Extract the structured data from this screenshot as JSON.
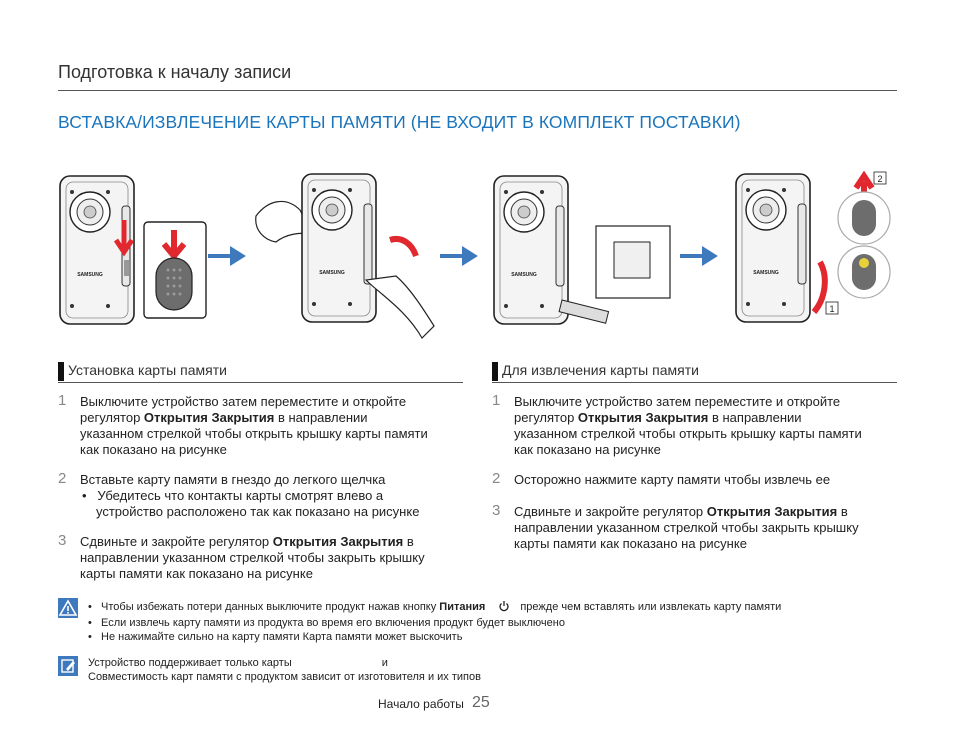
{
  "header": {
    "section": "Подготовка к началу записи"
  },
  "title": "ВСТАВКА/ИЗВЛЕЧЕНИЕ КАРТЫ ПАМЯТИ (НЕ ВХОДИТ В КОМПЛЕКТ ПОСТАВКИ)",
  "figure": {
    "brand": "SAMSUNG",
    "step_badges": [
      "2",
      "1"
    ]
  },
  "insert": {
    "heading": "Установка карты памяти",
    "steps": [
      {
        "n": "1",
        "l1": "Выключите устройство  затем переместите и откройте",
        "l2a": "регулятор ",
        "l2b": "Открытия Закрытия",
        "l2c": " в направлении",
        "l3": "указанном стрелкой  чтобы открыть крышку карты памяти",
        "l4": "как показано на рисунке"
      },
      {
        "n": "2",
        "l1": "Вставьте карту памяти в гнездо до легкого щелчка",
        "b1": "Убедитесь  что контакты карты смотрят влево  а",
        "b2": "устройство расположено так  как показано на рисунке"
      },
      {
        "n": "3",
        "l1a": "Сдвиньте и закройте регулятор ",
        "l1b": "Открытия Закрытия",
        "l1c": " в",
        "l2": "направлении  указанном стрелкой  чтобы закрыть крышку",
        "l3": "карты памяти  как показано на рисунке"
      }
    ]
  },
  "eject": {
    "heading": "Для извлечения карты памяти",
    "steps": [
      {
        "n": "1",
        "l1": "Выключите устройство  затем переместите и откройте",
        "l2a": "регулятор ",
        "l2b": "Открытия Закрытия",
        "l2c": " в направлении",
        "l3": "указанном стрелкой  чтобы открыть крышку карты памяти",
        "l4": "как показано на рисунке"
      },
      {
        "n": "2",
        "l1": "Осторожно нажмите карту памяти  чтобы извлечь ее"
      },
      {
        "n": "3",
        "l1a": "Сдвиньте и закройте регулятор ",
        "l1b": "Открытия Закрытия",
        "l1c": " в",
        "l2": "направлении  указанном стрелкой  чтобы закрыть крышку",
        "l3": "карты памяти  как показано на рисунке"
      }
    ]
  },
  "caution": {
    "b1a": "Чтобы избежать потери данных  выключите продукт  нажав кнопку ",
    "b1b": "Питания",
    "b1c": "прежде чем вставлять или извлекать карту памяти",
    "b2": "Если извлечь карту памяти из продукта во время его включения  продукт будет выключено",
    "b3": "Не нажимайте сильно на карту памяти  Карта памяти может выскочить"
  },
  "info": {
    "l1a": "Устройство поддерживает только карты",
    "l1b": "и",
    "l2": "Совместимость карт памяти с продуктом зависит от изготовителя и их типов"
  },
  "footer": {
    "label": "Начало работы",
    "page": "25"
  },
  "colors": {
    "accent": "#1a75bc",
    "arrow_blue": "#3e78bd",
    "arrow_red": "#e0282e",
    "icon_blue": "#3e78bd"
  }
}
